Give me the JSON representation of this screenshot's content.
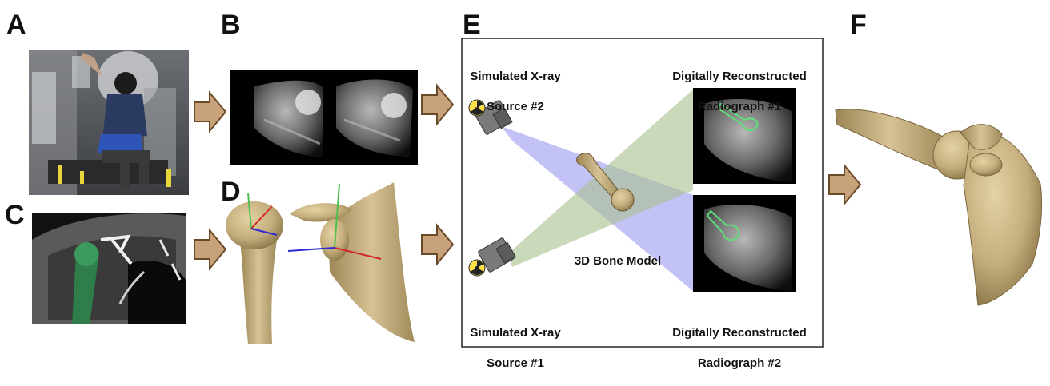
{
  "panels": {
    "a": "A",
    "b": "B",
    "c": "C",
    "d": "D",
    "e": "E",
    "f": "F"
  },
  "labels": {
    "source2_line1": "Simulated X-ray",
    "source2_line2": "Source #2",
    "source1_line1": "Simulated X-ray",
    "source1_line2": "Source #1",
    "drr1_line1": "Digitally Reconstructed",
    "drr1_line2": "Radiograph #1",
    "drr2_line1": "Digitally Reconstructed",
    "drr2_line2": "Radiograph #2",
    "bone_model": "3D Bone Model"
  },
  "colors": {
    "arrow_fill": "#c8a27a",
    "arrow_stroke": "#6b4a2a",
    "bone": "#c9b484",
    "bone_dark": "#8a7548",
    "beam_blue": "#8f8ff0",
    "beam_green": "#a9bf8e",
    "segmentation_green": "#2e7d4a"
  },
  "icons": {
    "radiation": "radiation-icon",
    "xray_source": "xray-source-icon"
  }
}
